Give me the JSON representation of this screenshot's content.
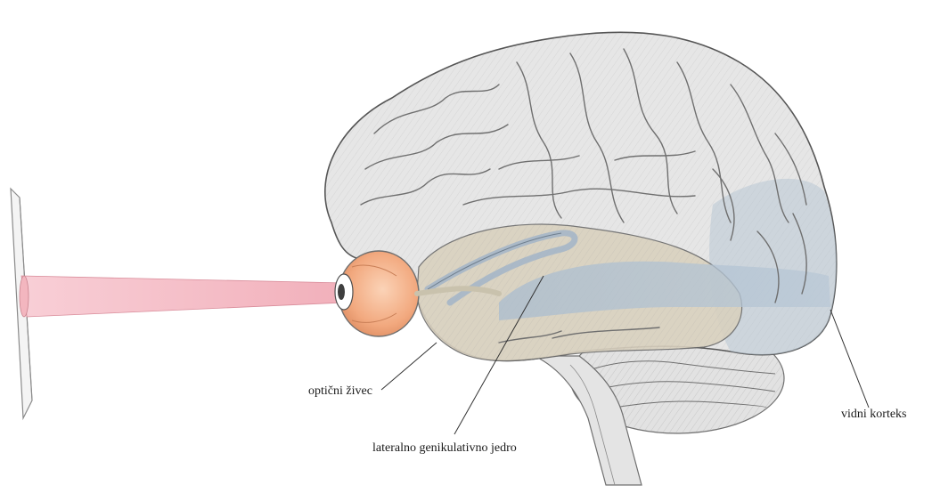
{
  "labels": {
    "optic_nerve": "optični živec",
    "lgn": "lateralno genikulativno jedro",
    "visual_cortex": "vidni korteks"
  },
  "colors": {
    "cortex_gray": "#e6e6e6",
    "sulcus_line": "#6f6f6f",
    "visual_region_blue": "#9fb3c8",
    "temporal_tan": "#d6cdb8",
    "eye_orange": "#f2b08a",
    "light_beam_pink": "#f3b6bf",
    "screen_gray": "#c8c8c8"
  }
}
